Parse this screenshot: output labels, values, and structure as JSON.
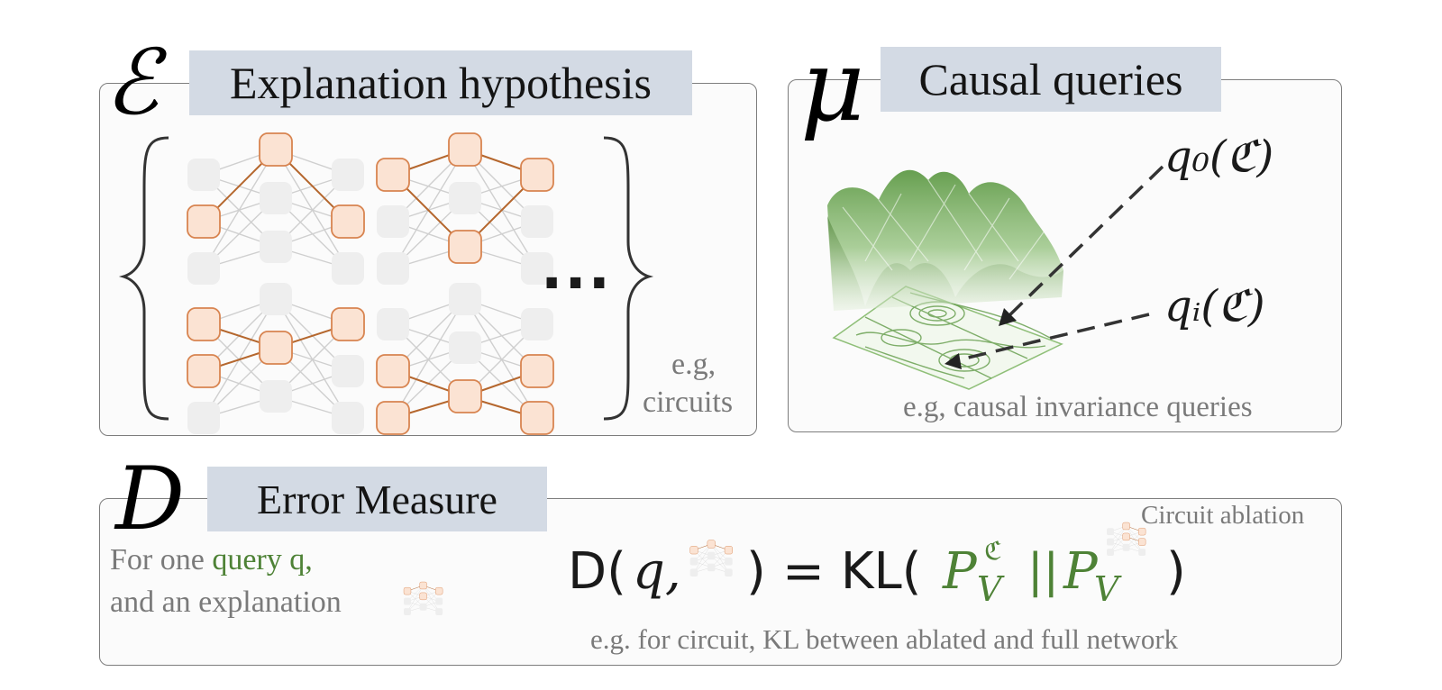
{
  "explanation": {
    "symbol": "ℰ",
    "title": "Explanation hypothesis",
    "ellipsis": "...",
    "note_line1": "e.g,",
    "note_line2": "circuits"
  },
  "causal": {
    "symbol": "μ",
    "title": "Causal queries",
    "q0_label": "q₀(ℭ)",
    "qi_label": "qᵢ(ℭ)",
    "note": "e.g, causal invariance queries"
  },
  "error": {
    "symbol": "D",
    "title": "Error Measure",
    "for_one_prefix": "For one ",
    "query_text": "query q,",
    "explanation_text": "and an explanation",
    "circuit_ablation": "Circuit ablation",
    "formula_d": "D(",
    "formula_q": "q,",
    "formula_close": ")",
    "formula_eq": "= KL(",
    "formula_p": "P",
    "formula_sub": "V",
    "formula_sup": "ℭ",
    "formula_sep": "||",
    "formula_end": ")",
    "note": "e.g. for circuit, KL between ablated and full network"
  },
  "colors": {
    "node_fill": "#fbe3d3",
    "node_stroke": "#d88450",
    "inactive_node": "#eeeeee",
    "tag_bg": "#d3dae4",
    "landscape_green": "#4e8236"
  }
}
